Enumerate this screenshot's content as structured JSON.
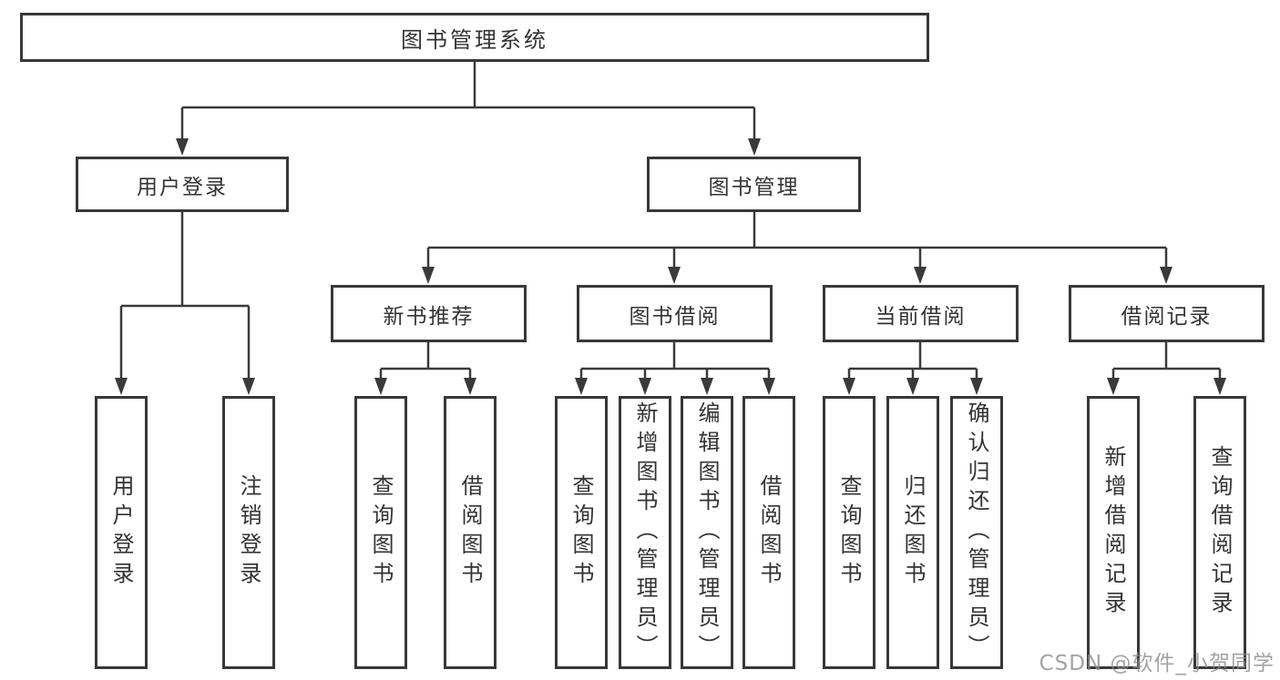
{
  "diagram": {
    "root": {
      "label": "图书管理系统"
    },
    "level2": [
      {
        "label": "用户登录"
      },
      {
        "label": "图书管理"
      }
    ],
    "level3": [
      {
        "label": "新书推荐"
      },
      {
        "label": "图书借阅"
      },
      {
        "label": "当前借阅"
      },
      {
        "label": "借阅记录"
      }
    ],
    "leaves": [
      {
        "label": "用户登录"
      },
      {
        "label": "注销登录"
      },
      {
        "label": "查询图书"
      },
      {
        "label": "借阅图书"
      },
      {
        "label": "查询图书"
      },
      {
        "label": "新增图书（管理员）"
      },
      {
        "label": "编辑图书（管理员）"
      },
      {
        "label": "借阅图书"
      },
      {
        "label": "查询图书"
      },
      {
        "label": "归还图书"
      },
      {
        "label": "确认归还（管理员）"
      },
      {
        "label": "新增借阅记录"
      },
      {
        "label": "查询借阅记录"
      }
    ]
  },
  "watermark": {
    "text": "CSDN @软件_小贺同学"
  },
  "colors": {
    "line": "#3a3a3a",
    "border": "#383838",
    "text": "#333333",
    "background": "#ffffff",
    "watermark": "#8c8c8c"
  }
}
